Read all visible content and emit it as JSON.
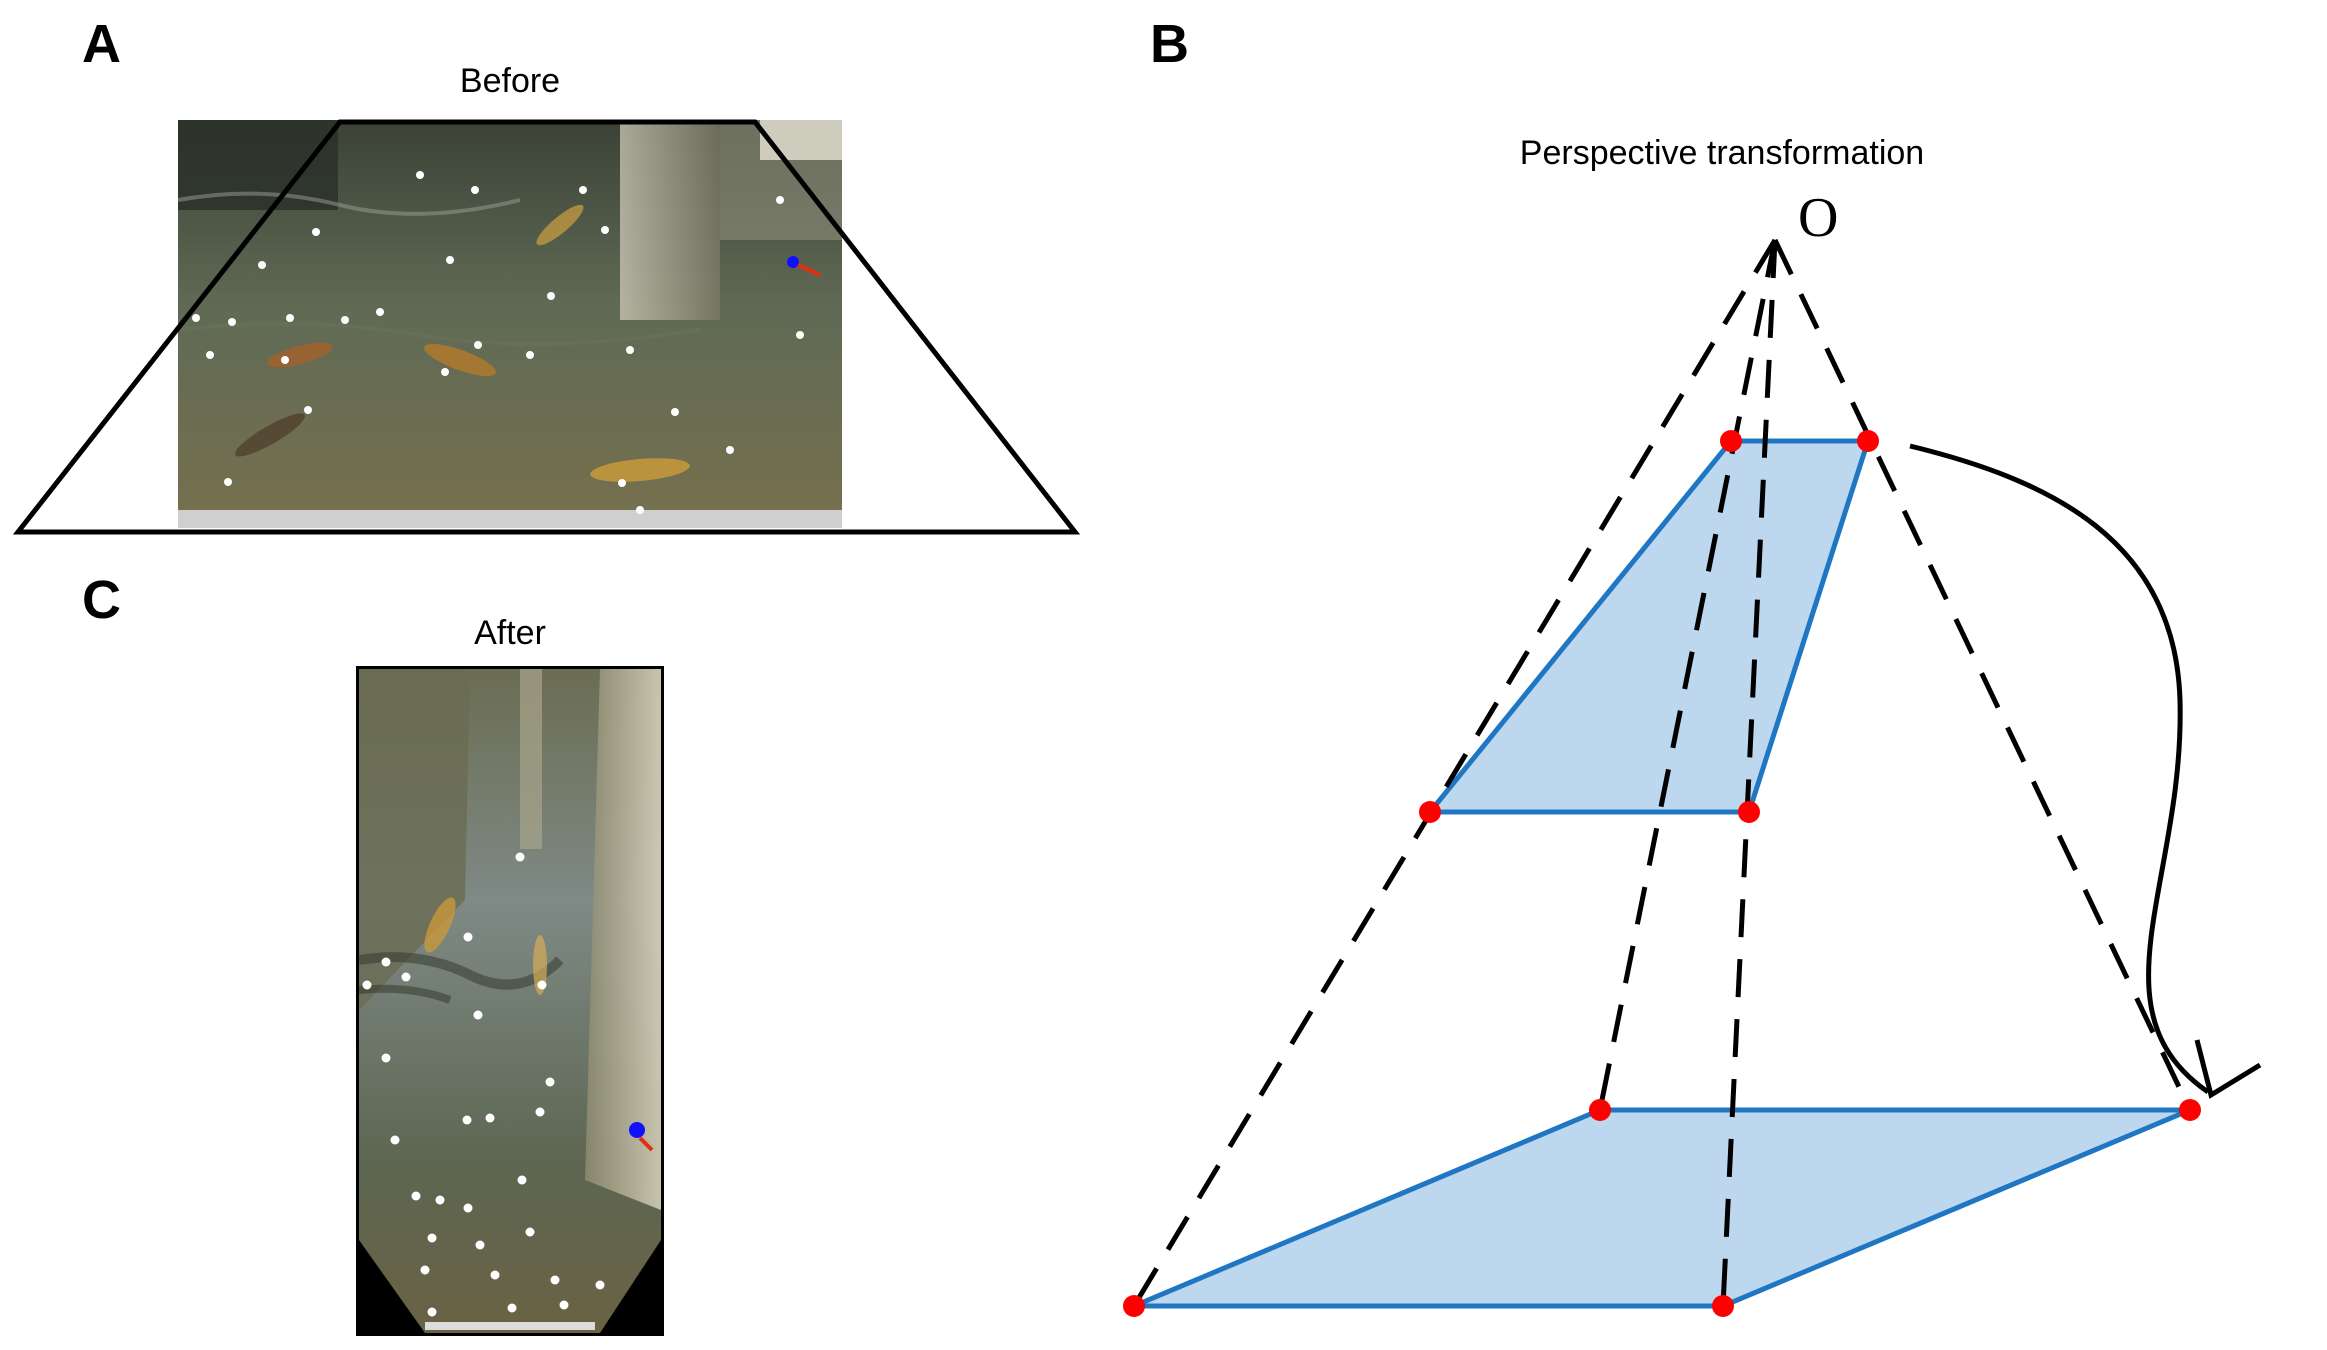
{
  "panels": {
    "a": {
      "letter": "A",
      "caption": "Before"
    },
    "b": {
      "letter": "B",
      "caption": "Perspective transformation",
      "origin_label": "O"
    },
    "c": {
      "letter": "C",
      "caption": "After"
    }
  },
  "colors": {
    "water_dark": "#2f3a2c",
    "water_mid": "#56604a",
    "water_light": "#8a8f78",
    "plane_fill": "#bdd7ee",
    "plane_stroke": "#1f77c4",
    "vertex": "#ff0000",
    "fish_marker": "#ffffff",
    "target_marker": "#1010ff",
    "line": "#000000"
  }
}
